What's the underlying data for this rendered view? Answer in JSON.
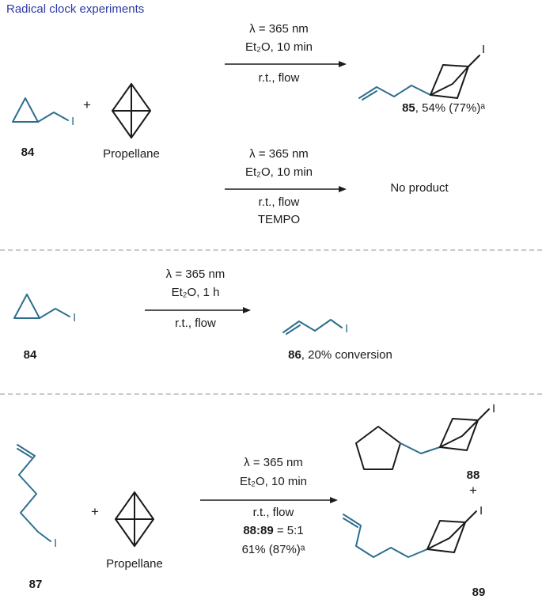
{
  "title": "Radical clock experiments",
  "colors": {
    "accent_blue": "#2b3aa5",
    "structure_teal": "#2e6e8e",
    "ink": "#1b1b1b"
  },
  "atoms": {
    "iodine": "I"
  },
  "s1": {
    "reactant_num": "84",
    "plus": "+",
    "propellane_label": "Propellane",
    "arrow1": {
      "l1": "λ = 365 nm",
      "l2": "Et₂O, 10 min",
      "l3": "r.t., flow"
    },
    "product_num": "85",
    "product_rest": ", 54% (77%)ᵃ",
    "arrow2": {
      "l1": "λ = 365 nm",
      "l2": "Et₂O, 10 min",
      "l3": "r.t., flow",
      "l4": "TEMPO"
    },
    "no_product": "No product"
  },
  "s2": {
    "reactant_num": "84",
    "arrow": {
      "l1": "λ = 365 nm",
      "l2": "Et₂O, 1 h",
      "l3": "r.t., flow"
    },
    "product_num": "86",
    "product_rest": ", 20% conversion"
  },
  "s3": {
    "reactant_num": "87",
    "plus_left": "+",
    "propellane_label": "Propellane",
    "arrow": {
      "l1": "λ = 365 nm",
      "l2": "Et₂O, 10 min",
      "l3": "r.t., flow",
      "l4_bold": "88:89",
      "l4_rest": " = 5:1",
      "l5": "61% (87%)ᵃ"
    },
    "product1_num": "88",
    "plus_right": "+",
    "product2_num": "89"
  }
}
